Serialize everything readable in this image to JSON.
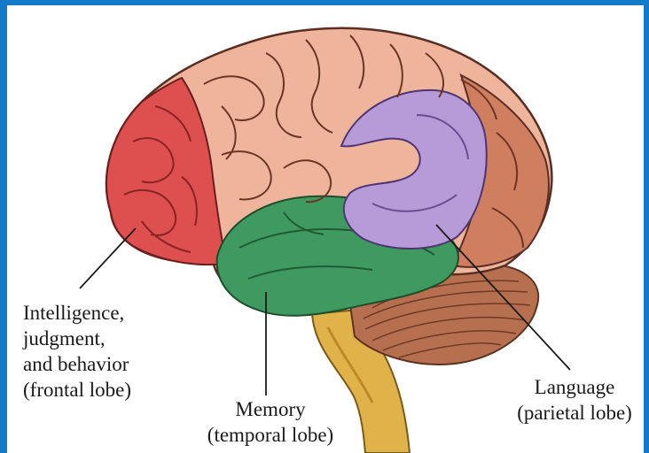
{
  "colors": {
    "border": "#1479c9",
    "frontal_lobe": "#de4f4f",
    "temporal_lobe": "#3f9a5f",
    "parietal_region": "#b79ad8",
    "cortex": "#efb59c",
    "cortex_back": "#cf7e5f",
    "cerebellum": "#b7704f",
    "brain_stem": "#e0b24a"
  },
  "labels": {
    "frontal": [
      "Intelligence,",
      "judgment,",
      "and behavior",
      "(frontal lobe)"
    ],
    "temporal": [
      "Memory",
      "(temporal lobe)"
    ],
    "parietal": [
      "Language",
      "(parietal lobe)"
    ]
  }
}
